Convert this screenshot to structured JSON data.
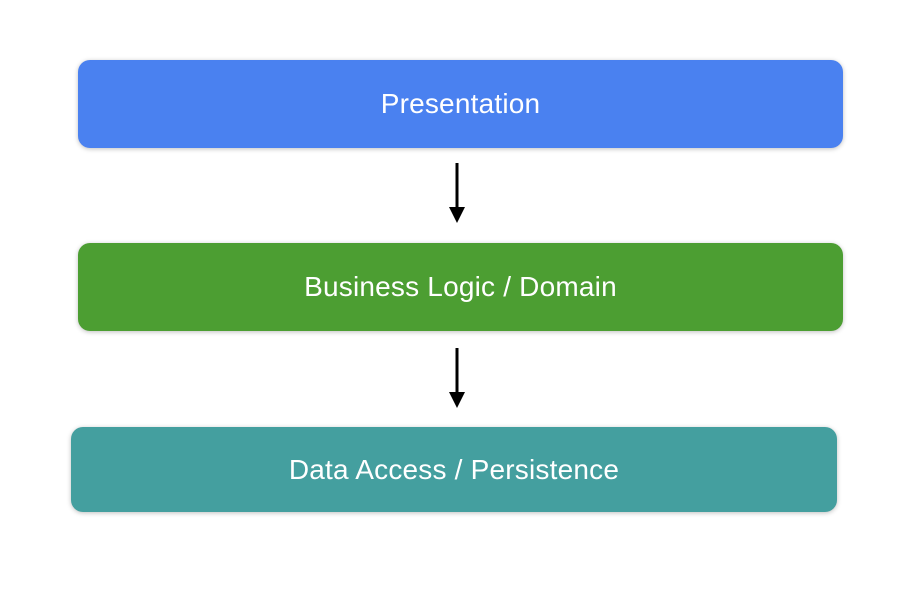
{
  "diagram": {
    "background": "#FFFFFF",
    "text_color": "#FFFFFF",
    "arrow_color": "#000000",
    "layers": [
      {
        "id": "presentation",
        "label": "Presentation",
        "color": "#4A81F0"
      },
      {
        "id": "business-logic",
        "label": "Business Logic / Domain",
        "color": "#4C9E32"
      },
      {
        "id": "data-access",
        "label": "Data Access / Persistence",
        "color": "#449F9F"
      }
    ]
  }
}
